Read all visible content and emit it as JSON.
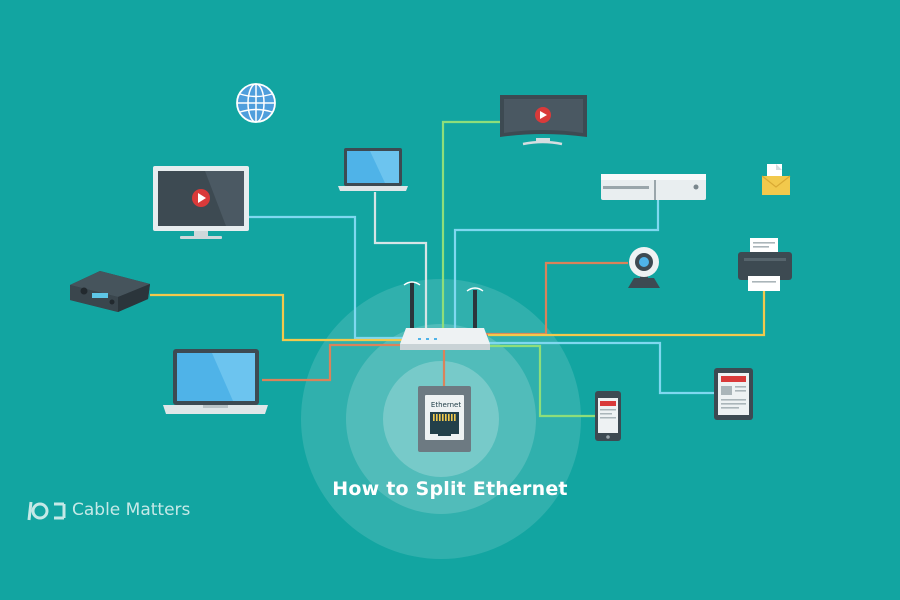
{
  "diagram": {
    "title": "How to Split Ethernet",
    "switch_label": "Ethernet"
  },
  "brand": {
    "name": "Cable Matters"
  },
  "colors": {
    "background": "#12a5a1",
    "cable_blue": "#7fd8f0",
    "cable_green": "#8ede7a",
    "cable_yellow": "#f2c94c",
    "cable_orange": "#d9835b",
    "router_white": "#eef2f3",
    "device_dark": "#3d4a52"
  },
  "icons": [
    "globe-icon",
    "curved-tv-icon",
    "tv-icon",
    "laptop-icon",
    "game-console-icon",
    "mail-icon",
    "av-receiver-icon",
    "webcam-icon",
    "printer-icon",
    "router-icon",
    "ethernet-switch-icon",
    "smartphone-icon",
    "tablet-icon",
    "cable-matters-logo-icon"
  ]
}
